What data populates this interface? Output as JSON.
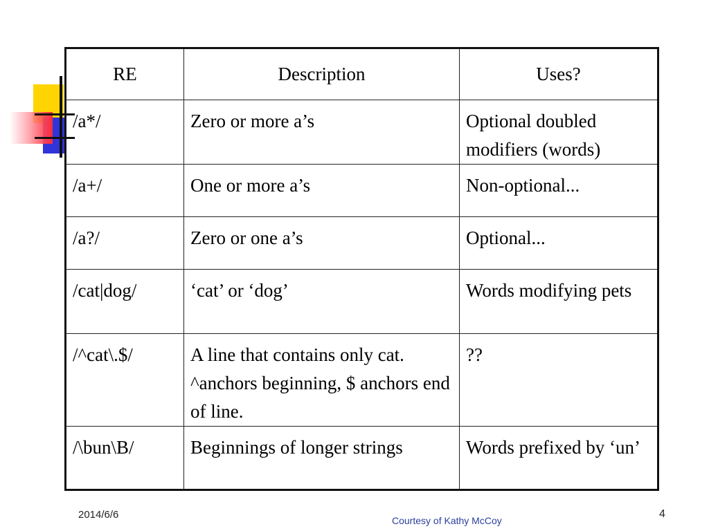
{
  "table": {
    "headers": [
      "RE",
      "Description",
      "Uses?"
    ],
    "rows": [
      [
        "/a*/",
        "Zero or more a’s",
        "Optional doubled modifiers (words)"
      ],
      [
        "/a+/",
        "One or more a’s",
        "Non-optional..."
      ],
      [
        "/a?/",
        "Zero or one a’s",
        "Optional..."
      ],
      [
        "/cat|dog/",
        "‘cat’ or ‘dog’",
        "Words modifying pets"
      ],
      [
        "/^cat\\.$/",
        "A line that contains only cat. ^anchors beginning, $ anchors end of line.",
        "??"
      ],
      [
        "/\\bun\\B/",
        "Beginnings of longer strings",
        "Words prefixed by ‘un’"
      ]
    ]
  },
  "footer": {
    "date": "2014/6/6",
    "credit": "Courtesy of Kathy McCoy",
    "page_number": "4"
  },
  "colors": {
    "logo_yellow": "#ffd400",
    "logo_blue": "#2f35d8",
    "logo_red": "#ff2a3a",
    "credit_text": "#2b3f9e"
  }
}
